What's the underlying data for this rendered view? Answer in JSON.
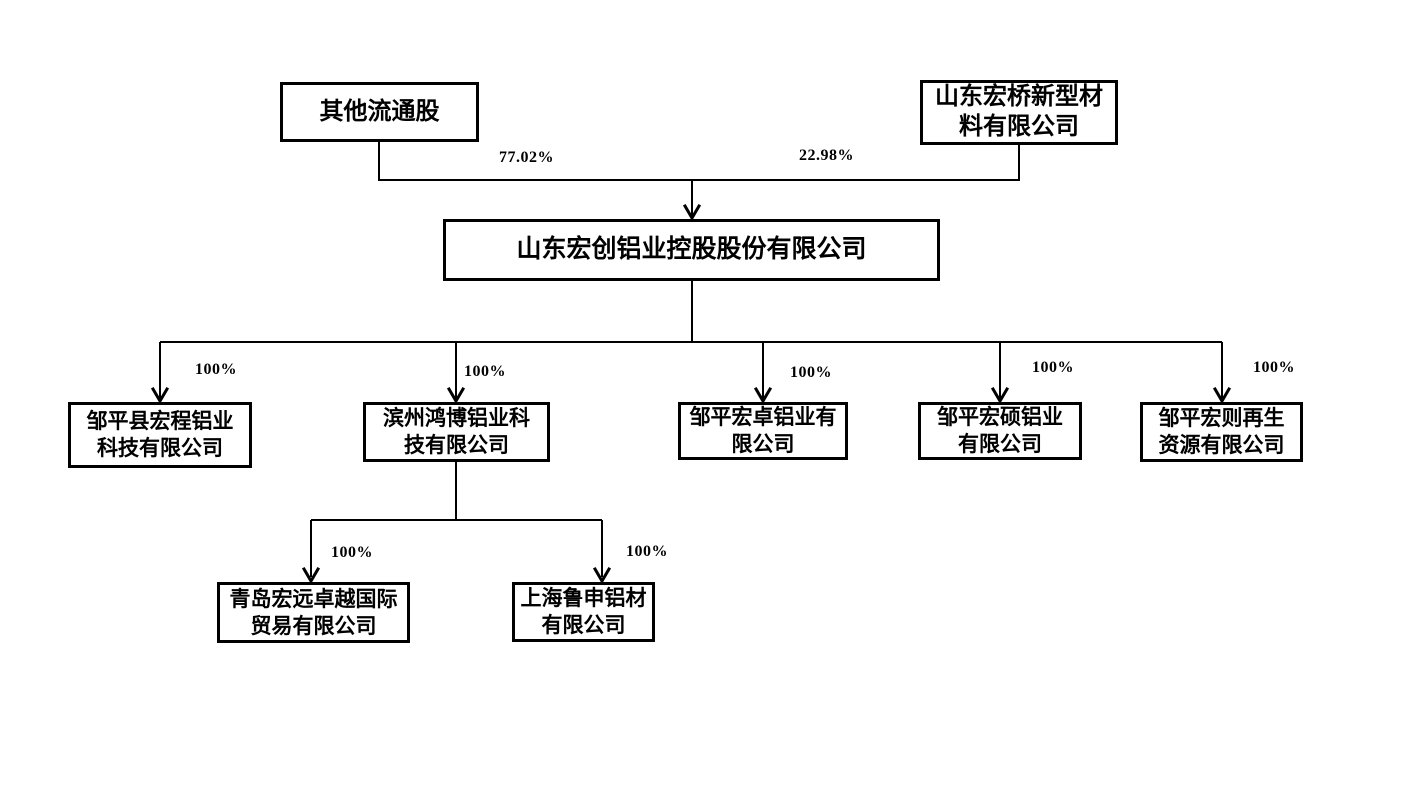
{
  "diagram": {
    "type": "shareholding-structure-chart",
    "nodes": {
      "other_shares": {
        "lines": [
          "其他流通股"
        ]
      },
      "hongqiao": {
        "lines": [
          "山东宏桥新型材",
          "料有限公司"
        ]
      },
      "root": {
        "lines": [
          "山东宏创铝业控股股份有限公司"
        ]
      },
      "hongcheng": {
        "lines": [
          "邹平县宏程铝业",
          "科技有限公司"
        ]
      },
      "hongbo": {
        "lines": [
          "滨州鸿博铝业科",
          "技有限公司"
        ]
      },
      "hongzhuo": {
        "lines": [
          "邹平宏卓铝业有",
          "限公司"
        ]
      },
      "hongshuo": {
        "lines": [
          "邹平宏硕铝业",
          "有限公司"
        ]
      },
      "hongze": {
        "lines": [
          "邹平宏则再生",
          "资源有限公司"
        ]
      },
      "hongyuan": {
        "lines": [
          "青岛宏远卓越国际",
          "贸易有限公司"
        ]
      },
      "lushen": {
        "lines": [
          "上海鲁申铝材",
          "有限公司"
        ]
      }
    },
    "ownership": [
      {
        "from": "其他流通股",
        "to": "山东宏创铝业控股股份有限公司",
        "pct": "77.02%"
      },
      {
        "from": "山东宏桥新型材料有限公司",
        "to": "山东宏创铝业控股股份有限公司",
        "pct": "22.98%"
      },
      {
        "from": "山东宏创铝业控股股份有限公司",
        "to": "邹平县宏程铝业科技有限公司",
        "pct": "100%"
      },
      {
        "from": "山东宏创铝业控股股份有限公司",
        "to": "滨州鸿博铝业科技有限公司",
        "pct": "100%"
      },
      {
        "from": "山东宏创铝业控股股份有限公司",
        "to": "邹平宏卓铝业有限公司",
        "pct": "100%"
      },
      {
        "from": "山东宏创铝业控股股份有限公司",
        "to": "邹平宏硕铝业有限公司",
        "pct": "100%"
      },
      {
        "from": "山东宏创铝业控股股份有限公司",
        "to": "邹平宏则再生资源有限公司",
        "pct": "100%"
      },
      {
        "from": "滨州鸿博铝业科技有限公司",
        "to": "青岛宏远卓越国际贸易有限公司",
        "pct": "100%"
      },
      {
        "from": "滨州鸿博铝业科技有限公司",
        "to": "上海鲁申铝材有限公司",
        "pct": "100%"
      }
    ],
    "colors": {
      "line": "#000000",
      "box_border": "#000000",
      "box_bg": "#ffffff",
      "text": "#000000",
      "background": "#ffffff"
    }
  }
}
